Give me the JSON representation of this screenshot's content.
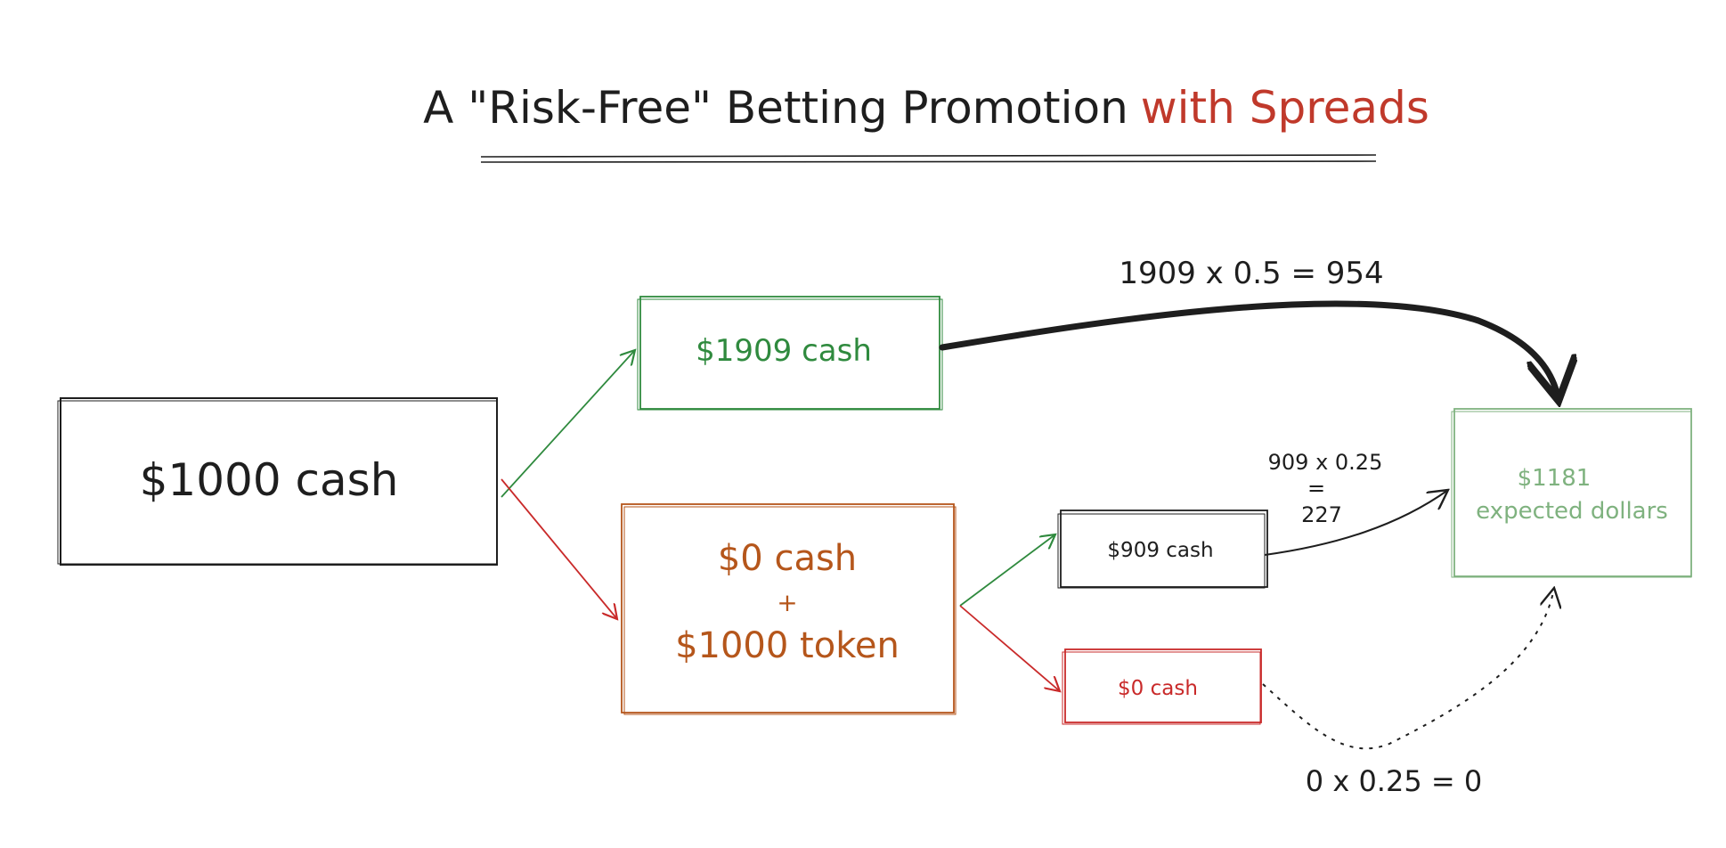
{
  "title": {
    "part1": "A \"Risk-Free\" Betting Promotion",
    "part2": "with Spreads"
  },
  "colors": {
    "ink": "#1e1e1e",
    "green": "#2f8a3e",
    "light_green": "#7fb27f",
    "orange": "#b5561b",
    "red": "#c92a2a",
    "title_red": "#c0392b"
  },
  "nodes": {
    "start": {
      "label": "$1000 cash"
    },
    "win": {
      "label": "$1909 cash"
    },
    "loss": {
      "line1": "$0 cash",
      "line2": "+",
      "line3": "$1000 token"
    },
    "token_win": {
      "label": "$909 cash"
    },
    "token_loss": {
      "label": "$0 cash"
    },
    "result": {
      "line1": "$1181",
      "line2": "expected dollars"
    }
  },
  "annotations": {
    "win_calc": "1909 x 0.5 = 954",
    "token_win_calc": {
      "line1": "909 x 0.25",
      "line2": "=",
      "line3": "227"
    },
    "token_loss_calc": "0 x 0.25 = 0"
  }
}
